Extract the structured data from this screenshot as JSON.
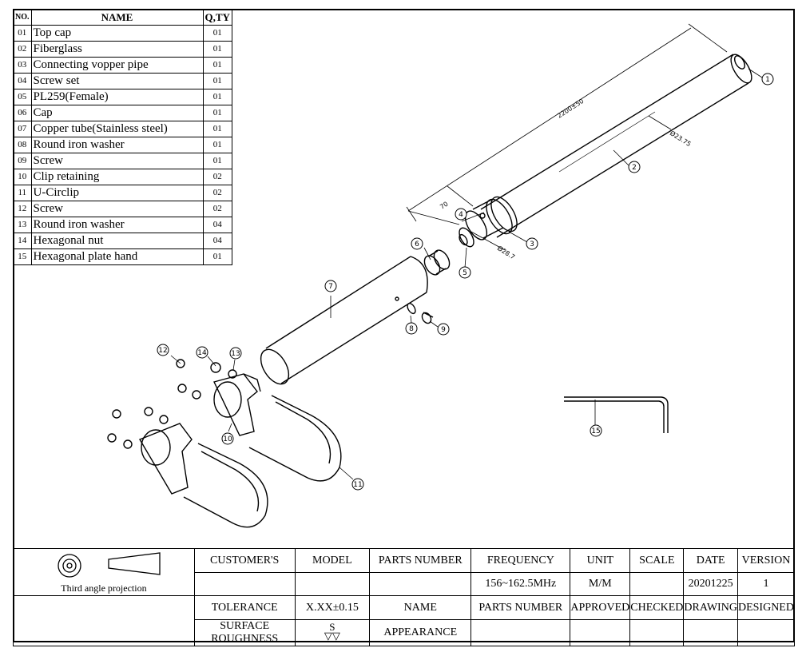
{
  "bom": {
    "headers": {
      "no": "NO.",
      "name": "NAME",
      "qty": "Q,TY"
    },
    "rows": [
      {
        "no": "01",
        "name": "Top cap",
        "qty": "01"
      },
      {
        "no": "02",
        "name": "Fiberglass",
        "qty": "01"
      },
      {
        "no": "03",
        "name": "Connecting vopper pipe",
        "qty": "01"
      },
      {
        "no": "04",
        "name": "Screw set",
        "qty": "01"
      },
      {
        "no": "05",
        "name": "PL259(Female)",
        "qty": "01"
      },
      {
        "no": "06",
        "name": "Cap",
        "qty": "01"
      },
      {
        "no": "07",
        "name": "Copper tube(Stainless steel)",
        "qty": "01"
      },
      {
        "no": "08",
        "name": "Round iron washer",
        "qty": "01"
      },
      {
        "no": "09",
        "name": "Screw",
        "qty": "01"
      },
      {
        "no": "10",
        "name": "Clip retaining",
        "qty": "02"
      },
      {
        "no": "11",
        "name": "U-Circlip",
        "qty": "02"
      },
      {
        "no": "12",
        "name": "Screw",
        "qty": "02"
      },
      {
        "no": "13",
        "name": "Round iron washer",
        "qty": "04"
      },
      {
        "no": "14",
        "name": "Hexagonal nut",
        "qty": "04"
      },
      {
        "no": "15",
        "name": "Hexagonal plate hand",
        "qty": "01"
      }
    ]
  },
  "dimensions": {
    "length": "2200±50",
    "short": "70",
    "dia1": "Ø23.75",
    "dia2": "Ø28.7"
  },
  "balloons": [
    "1",
    "2",
    "3",
    "4",
    "5",
    "6",
    "7",
    "8",
    "9",
    "10",
    "11",
    "12",
    "13",
    "14",
    "15"
  ],
  "title_block": {
    "projection": "Third angle projection",
    "customers": "CUSTOMER'S",
    "model": "MODEL",
    "parts_number": "PARTS NUMBER",
    "frequency": "FREQUENCY",
    "unit": "UNIT",
    "scale": "SCALE",
    "date": "DATE",
    "version": "VERSION",
    "frequency_value": "156~162.5MHz",
    "unit_value": "M/M",
    "date_value": "20201225",
    "version_value": "1",
    "tolerance": "TOLERANCE",
    "tolerance_value": "X.XX±0.15",
    "name": "NAME",
    "parts_number2": "PARTS NUMBER",
    "approved": "APPROVED",
    "checked": "CHECKED",
    "drawing": "DRAWING",
    "designed": "DESIGNED",
    "surface_roughness": "SURFACE ROUGHNESS",
    "roughness_symbol": "S",
    "appearance": "APPEARANCE"
  }
}
